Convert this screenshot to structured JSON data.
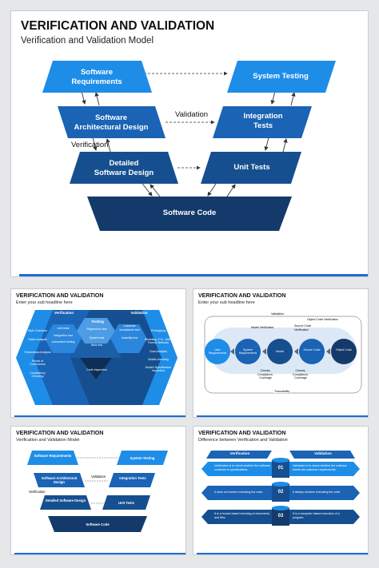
{
  "colors": {
    "light_blue": "#1e8de8",
    "mid_blue": "#1a63b5",
    "dark_blue": "#164f8f",
    "navy": "#133a6b",
    "accent": "#1b6fd3"
  },
  "slide1": {
    "title": "VERIFICATION AND VALIDATION",
    "subtitle": "Verification and Validation Model",
    "left_boxes": [
      "Software Requirements",
      "Software Architectural Design",
      "Detailed Software Design"
    ],
    "right_boxes": [
      "System Testing",
      "Integration Tests",
      "Unit Tests"
    ],
    "bottom_box": "Software Code",
    "validation_label": "Validation",
    "verification_label": "Verification"
  },
  "slide2": {
    "title": "VERIFICATION AND VALIDATION",
    "subtitle": "Enter your sub headline here",
    "verification_header": "Verification",
    "validation_header": "Validation",
    "testing_header": "Testing",
    "left_items": [
      "Style Checkers",
      "Static Analysis",
      "Robustness Analysis",
      "Proofs of Correctness",
      "Consistency Checking"
    ],
    "inner_left": [
      "Unit tests",
      "Integration test",
      "Automated testing"
    ],
    "center_items": [
      "Regression test",
      "System test",
      "Beta test"
    ],
    "inner_right": [
      "Customer acceptance test",
      "Usability test"
    ],
    "right_items": [
      "Prototyping",
      "Modeling, E.G., UML, Formal Methods",
      "Goal Analysis",
      "Model-checking",
      "Model/ Specification Inspection"
    ],
    "bottom_item": "Code Inspection"
  },
  "slide3": {
    "title": "VERIFICATION AND VALIDATION",
    "subtitle": "Enter your sub headline here",
    "validation_label": "Validation",
    "traceability_label": "Traceability",
    "model_verification": "Model Verification",
    "source_code_verification": "Source Code Verification",
    "object_code_verification": "Object Code Verification",
    "circles": [
      "User Requirements",
      "System Requirements",
      "Model",
      "Source Code",
      "Object Code"
    ],
    "checks": [
      "Checks, Compliance, Coverage",
      "Checks, Compliance, Coverage"
    ]
  },
  "slide4": {
    "title": "VERIFICATION AND VALIDATION",
    "subtitle": "Verification and Validation Model",
    "left_boxes": [
      "Software Requirements",
      "Software Architectural Design",
      "Detailed Software Design"
    ],
    "right_boxes": [
      "System Testing",
      "Integration Tests",
      "Unit Tests"
    ],
    "bottom_box": "Software Code",
    "validation_label": "Validation",
    "verification_label": "Verification"
  },
  "slide5": {
    "title": "VERIFICATION AND VALIDATION",
    "subtitle": "Difference between Verification and Validation",
    "left_header": "Verification",
    "right_header": "Validation",
    "numbers": [
      "01",
      "02",
      "03"
    ],
    "left_rows": [
      "Verification is to check whether the software conforms to specifications.",
      "It does not involve executing the code.",
      "It is a human based checking of documents and files."
    ],
    "right_rows": [
      "Validation is to check whether the software meets the customer requirements.",
      "It always involves executing the code.",
      "It is a computer based execution of a program."
    ]
  }
}
